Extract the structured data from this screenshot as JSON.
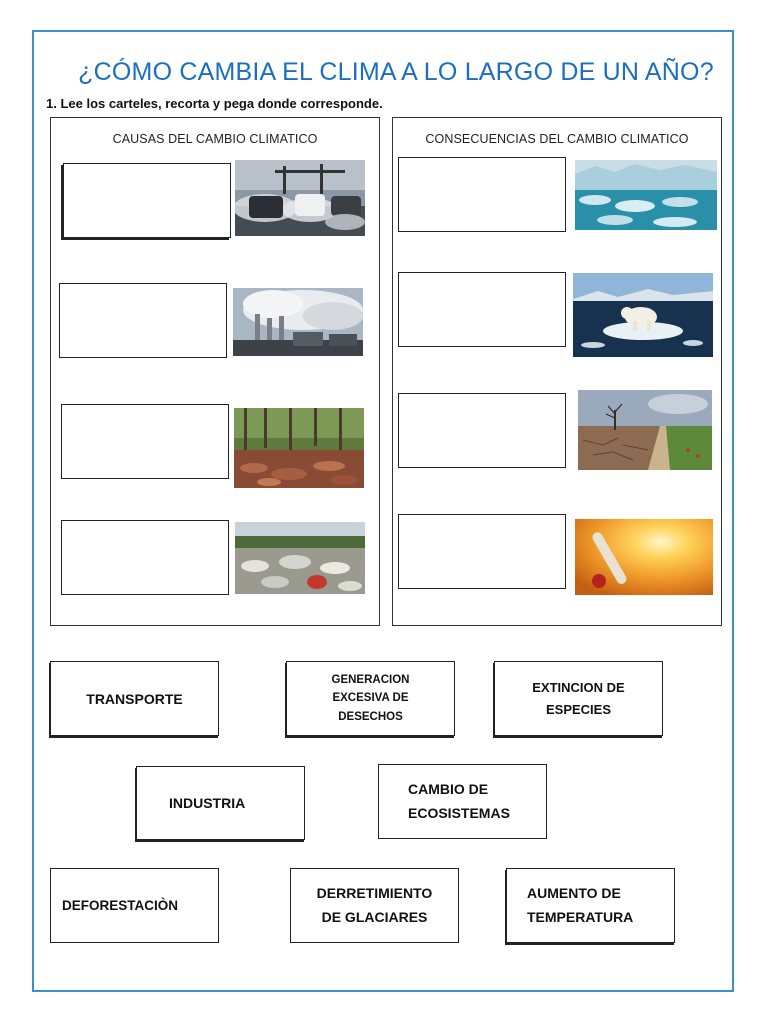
{
  "header": {
    "title": "¿CÓMO CAMBIA EL CLIMA A LO LARGO DE UN AÑO?",
    "instruction": "1. Lee los carteles, recorta y pega donde corresponde."
  },
  "panels": {
    "causes": {
      "title": "CAUSAS DEL CAMBIO CLIMATICO",
      "images": [
        "traffic-pollution-photo",
        "factory-smoke-photo",
        "deforestation-photo",
        "garbage-waste-photo"
      ]
    },
    "consequences": {
      "title": "CONSECUENCIAS DEL CAMBIO CLIMATICO",
      "images": [
        "melting-glaciers-photo",
        "polar-bear-ice-photo",
        "drought-land-photo",
        "heat-thermometer-photo"
      ]
    }
  },
  "cards": {
    "transporte": "TRANSPORTE",
    "desechos": "GENERACION\nEXCESIVA DE\nDESECHOS",
    "extincion": "EXTINCION DE\nESPECIES",
    "industria": "INDUSTRIA",
    "ecosistemas": "CAMBIO DE\nECOSISTEMAS",
    "deforestacion": "DEFORESTACIÒN",
    "glaciares": "DERRETIMIENTO\nDE GLACIARES",
    "temperatura": "AUMENTO DE\nTEMPERATURA"
  },
  "colors": {
    "frame": "#3a8fd0",
    "title": "#1a6fc0"
  }
}
